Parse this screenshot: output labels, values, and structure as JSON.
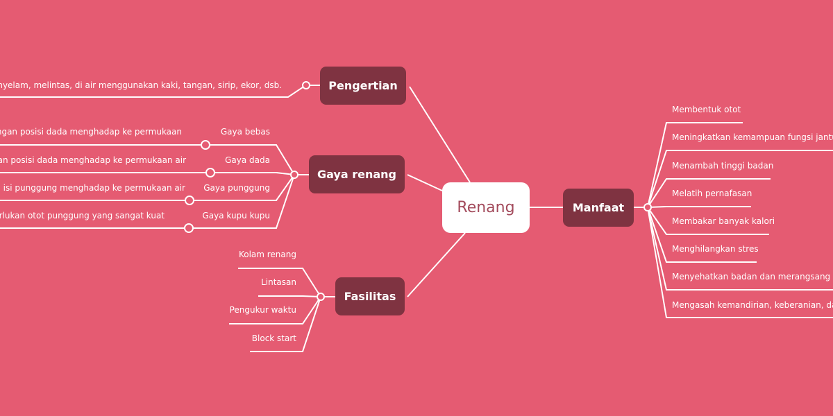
{
  "center": "Renang",
  "pengertian": {
    "title": "Pengertian",
    "text": "ng, menyelam, melintas,  di air menggunakan kaki, tangan, sirip, ekor, dsb."
  },
  "gaya": {
    "title": "Gaya renang",
    "items": [
      {
        "label": "Gaya bebas",
        "desc": "g dengan posisi dada menghadap ke permukaan"
      },
      {
        "label": "Gaya dada",
        "desc": "dengan posisi dada menghadap ke permukaan air"
      },
      {
        "label": "Gaya punggung",
        "desc": "isi punggung menghadap ke permukaan air"
      },
      {
        "label": "Gaya kupu kupu",
        "desc": "emerlukan otot punggung yang sangat kuat"
      }
    ]
  },
  "fasilitas": {
    "title": "Fasilitas",
    "items": [
      "Kolam renang",
      "Lintasan",
      "Pengukur waktu",
      "Block start"
    ]
  },
  "manfaat": {
    "title": "Manfaat",
    "items": [
      "Membentuk otot",
      "Meningkatkan kemampuan fungsi jantung",
      "Menambah tinggi badan",
      "Melatih pernafasan",
      "Membakar banyak kalori",
      "Menghilangkan stres",
      "Menyehatkan badan dan merangsang gera",
      "Mengasah kemandirian, keberanian, dan pe"
    ]
  }
}
